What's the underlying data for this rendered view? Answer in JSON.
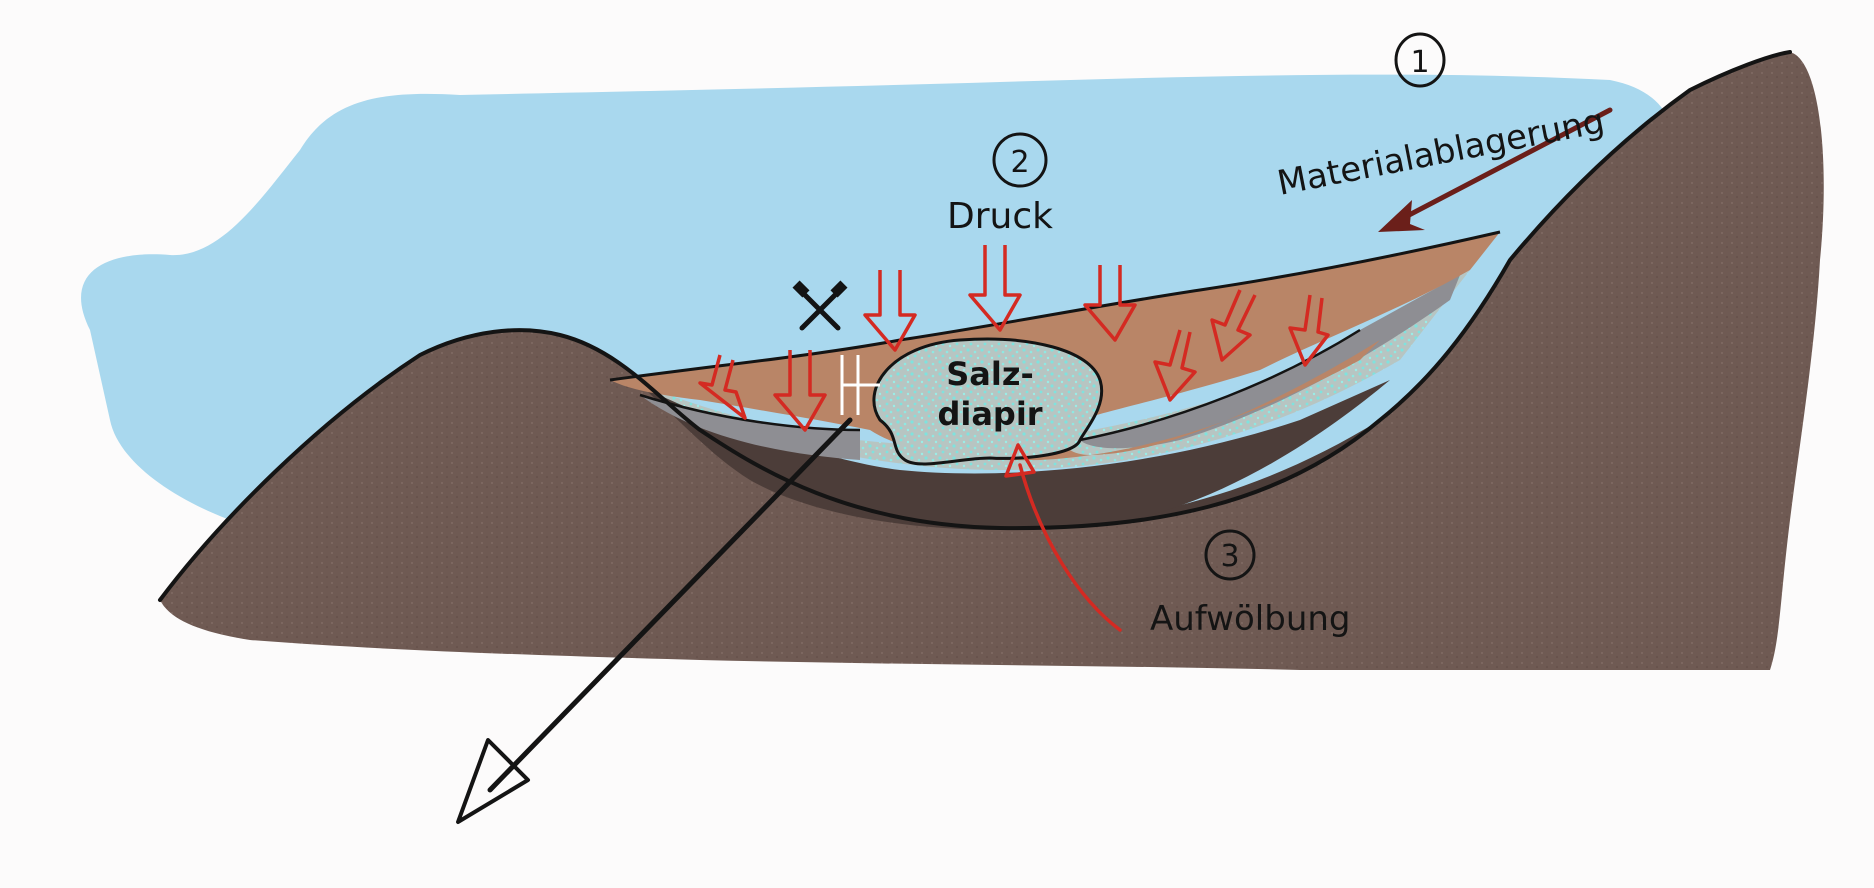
{
  "labels": {
    "step1_number": "1",
    "step1_text": "Materialablagerung",
    "step2_number": "2",
    "step2_text": "Druck",
    "step3_number": "3",
    "step3_text": "Aufwölbung",
    "salt_line1": "Salz-",
    "salt_line2": "diapir"
  },
  "icons": {
    "mining_symbol": "crossed-hammers-icon"
  },
  "colors": {
    "water": "#a9d8ee",
    "mountain": "#6e5750",
    "basin_sediment": "#b98567",
    "salt": "#b3c3c0",
    "salt_speckle": "#7fe0dc",
    "grey_layer": "#8e8e93",
    "dark_floor": "#4c3d39",
    "pressure_arrow": "#d42a22",
    "deposition_arrow": "#6b1f1a",
    "outline": "#141414"
  }
}
